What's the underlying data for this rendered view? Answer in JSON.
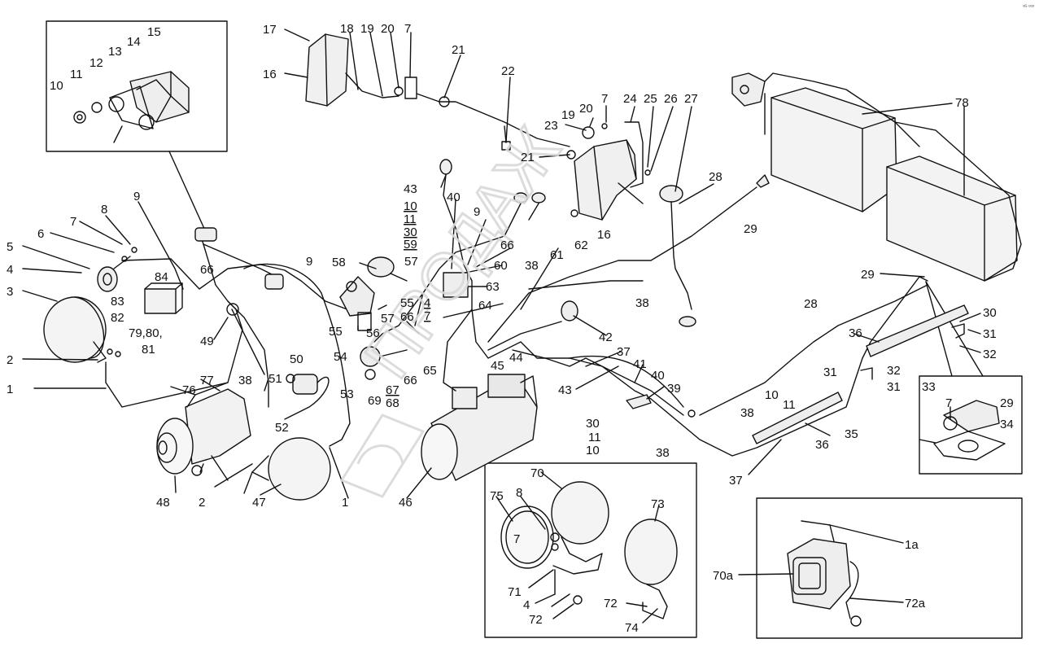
{
  "corner_mark": "ᵉᴳ ᵒᵒᵒ",
  "watermark": "ПРОДАЖ",
  "labels": {
    "l1a": "1",
    "l1b": "1",
    "l1x": "1a",
    "l2a": "2",
    "l2b": "2",
    "l3": "3",
    "l4a": "4",
    "l4b": "4",
    "l4c": "4",
    "l5": "5",
    "l6": "6",
    "l7a": "7",
    "l7b": "7",
    "l7c": "7",
    "l7d": "7",
    "l7e": "7",
    "l7f": "7",
    "l8a": "8",
    "l8b": "8",
    "l9a": "9",
    "l9b": "9",
    "l9c": "9",
    "l10a": "10",
    "l10b": "10",
    "l10c": "10",
    "l10d": "10",
    "l11a": "11",
    "l11b": "11",
    "l11c": "11",
    "l11d": "11",
    "l12": "12",
    "l13": "13",
    "l14": "14",
    "l15": "15",
    "l16a": "16",
    "l16b": "16",
    "l17": "17",
    "l18": "18",
    "l19a": "19",
    "l19b": "19",
    "l20a": "20",
    "l20b": "20",
    "l21a": "21",
    "l21b": "21",
    "l22": "22",
    "l23": "23",
    "l24": "24",
    "l25": "25",
    "l26": "26",
    "l27": "27",
    "l28a": "28",
    "l28b": "28",
    "l29a": "29",
    "l29b": "29",
    "l29c": "29",
    "l30a": "30",
    "l30b": "30",
    "l30c": "30",
    "l31a": "31",
    "l31b": "31",
    "l31c": "31",
    "l32a": "32",
    "l32b": "32",
    "l33": "33",
    "l34": "34",
    "l35": "35",
    "l36a": "36",
    "l36b": "36",
    "l37a": "37",
    "l37b": "37",
    "l38a": "38",
    "l38b": "38",
    "l38c": "38",
    "l38d": "38",
    "l38e": "38",
    "l39": "39",
    "l40a": "40",
    "l40b": "40",
    "l41": "41",
    "l42": "42",
    "l43a": "43",
    "l43b": "43",
    "l44": "44",
    "l45": "45",
    "l46": "46",
    "l47": "47",
    "l48": "48",
    "l49": "49",
    "l50": "50",
    "l51": "51",
    "l52": "52",
    "l53": "53",
    "l54": "54",
    "l55a": "55",
    "l55b": "55",
    "l56": "56",
    "l57a": "57",
    "l57b": "57",
    "l58": "58",
    "l59": "59",
    "l60": "60",
    "l61": "61",
    "l62": "62",
    "l63": "63",
    "l64": "64",
    "l65": "65",
    "l66a": "66",
    "l66b": "66",
    "l66c": "66",
    "l66d": "66",
    "l67": "67",
    "l68": "68",
    "l69": "69",
    "l70": "70",
    "l70x": "70a",
    "l71": "71",
    "l72a": "72",
    "l72b": "72",
    "l72x": "72a",
    "l73": "73",
    "l74": "74",
    "l75": "75",
    "l76": "76",
    "l77": "77",
    "l78": "78",
    "l79": "79,80,",
    "l81": "81",
    "l82": "82",
    "l83": "83",
    "l84": "84"
  }
}
